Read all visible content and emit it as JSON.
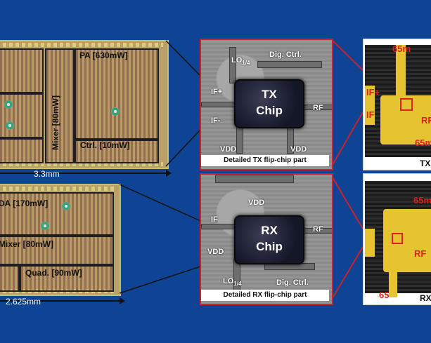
{
  "tx_die": {
    "blocks": {
      "pa": "PA [630mW]",
      "mixer": "Mixer [80mW]",
      "ctrl": "Ctrl. [10mW]"
    },
    "width_label": "3.3mm"
  },
  "rx_die": {
    "blocks": {
      "lna": "DA [170mW]",
      "mixer": "Mixer [80mW]",
      "quad": "Quad. [90mW]"
    },
    "width_label": "2.625mm"
  },
  "tx_flipchip": {
    "chip_line1": "TX",
    "chip_line2": "Chip",
    "labels": {
      "lo": "LO",
      "lo_sub": "1/4",
      "dig": "Dig. Ctrl.",
      "if_plus": "IF+",
      "if_minus": "IF-",
      "rf": "RF",
      "vdd_left": "VDD",
      "vdd_right": "VDD"
    },
    "caption": "Detailed TX flip-chip part"
  },
  "rx_flipchip": {
    "chip_line1": "RX",
    "chip_line2": "Chip",
    "labels": {
      "vdd_top": "VDD",
      "if": "IF",
      "rf": "RF",
      "vdd_left": "VDD",
      "lo": "LO",
      "lo_sub": "1/4",
      "dig": "Dig. Ctrl."
    },
    "caption": "Detailed RX flip-chip part"
  },
  "tx_board": {
    "labels": {
      "if_plus": "IF+",
      "if_minus": "IF",
      "rf": "RF",
      "top": "65m",
      "side": "65m"
    },
    "caption": "TX"
  },
  "rx_board": {
    "labels": {
      "top": "65m",
      "rf": "RF",
      "bottom": "65"
    },
    "caption": "RX"
  },
  "colors": {
    "background": "#0f4393",
    "accent_red": "#c8232c",
    "gold": "#e6c330"
  }
}
